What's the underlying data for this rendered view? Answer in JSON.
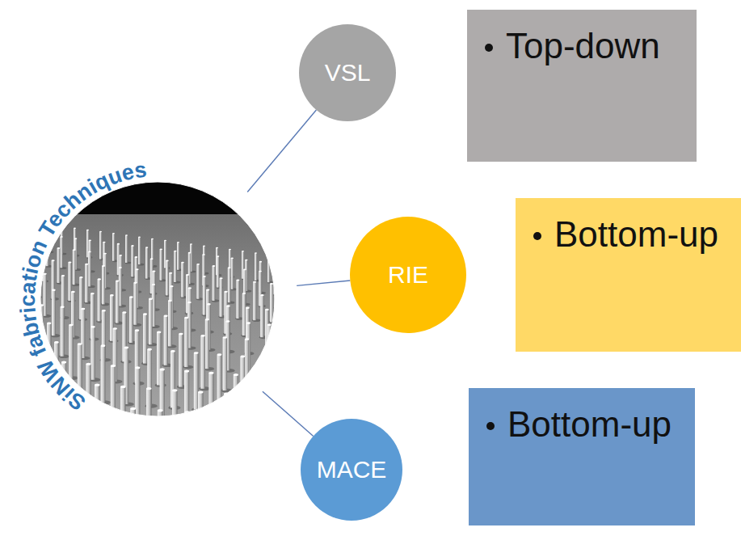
{
  "diagram": {
    "nodes": [
      {
        "text": [
          "SiNW fabrication Techniques"
        ]
      },
      {
        "text": [
          "VSL"
        ]
      },
      {
        "text": [
          "Top-down"
        ]
      },
      {
        "text": [
          "RIE"
        ]
      },
      {
        "text": [
          "Bottom-up"
        ]
      },
      {
        "text": [
          "MACE"
        ]
      },
      {
        "text": [
          "Bottom-up"
        ]
      }
    ],
    "edges": [
      {
        "from": 0,
        "to": 1,
        "arrow": "none"
      },
      {
        "from": 0,
        "to": 3,
        "arrow": "none"
      },
      {
        "from": 0,
        "to": 5,
        "arrow": "none"
      }
    ]
  }
}
